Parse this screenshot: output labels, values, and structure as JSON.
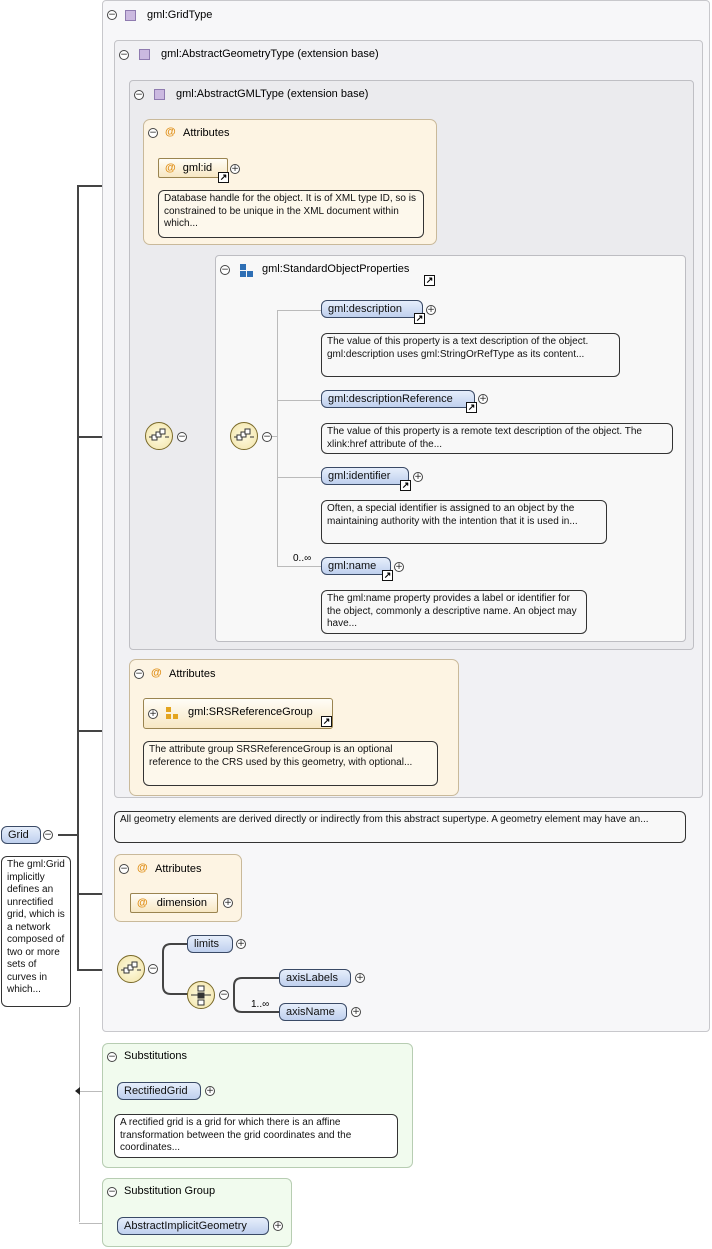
{
  "root": {
    "name": "Grid",
    "doc": "The gml:Grid implicitly defines an unrectified grid, which is a network composed of two or more sets of curves in which..."
  },
  "types": {
    "grid_type": "gml:GridType",
    "abstract_geometry_type": "gml:AbstractGeometryType (extension base)",
    "abstract_gml_type": "gml:AbstractGMLType (extension base)"
  },
  "attributes_title": "Attributes",
  "gml_id": {
    "name": "gml:id",
    "doc": "Database handle for the object. It is of XML type ID, so is constrained to be unique in the XML document within which..."
  },
  "standard_props": {
    "title": "gml:StandardObjectProperties",
    "items": [
      {
        "name": "gml:description",
        "doc": "The value of this property is a text description of the object. gml:description uses gml:StringOrRefType as its content..."
      },
      {
        "name": "gml:descriptionReference",
        "doc": "The value of this property is a remote text description of the object. The xlink:href attribute of the..."
      },
      {
        "name": "gml:identifier",
        "doc": "Often, a special identifier is assigned to an object by the maintaining authority with the intention that it is used in..."
      },
      {
        "name": "gml:name",
        "doc": "The gml:name property provides a label or identifier for the object, commonly a descriptive name. An object may have...",
        "occurs": "0..∞"
      }
    ]
  },
  "srs_group": {
    "name": "gml:SRSReferenceGroup",
    "doc": "The attribute group SRSReferenceGroup is an optional reference to the CRS used by this geometry, with optional..."
  },
  "abstract_geometry_doc": "All geometry elements are derived directly or indirectly from this abstract supertype. A geometry element may have an...",
  "dimension": "dimension",
  "sequence": {
    "limits": "limits",
    "axis_labels": "axisLabels",
    "axis_name": "axisName",
    "axis_name_occurs": "1..∞"
  },
  "substitutions": {
    "title": "Substitutions",
    "item": "RectifiedGrid",
    "doc": "A rectified grid is a grid for which there is an affine transformation between the grid coordinates and the coordinates..."
  },
  "substitution_group": {
    "title": "Substitution Group",
    "item": "AbstractImplicitGeometry"
  },
  "icons": {
    "toggle_minus": "−",
    "toggle_plus": "+",
    "attr_symbol": "@",
    "link_symbol": "↗"
  },
  "colors": {
    "element_fill": "#c6d6f0",
    "attribute_pane": "#fdf4e3",
    "substitution_pane": "#f1fbee"
  }
}
